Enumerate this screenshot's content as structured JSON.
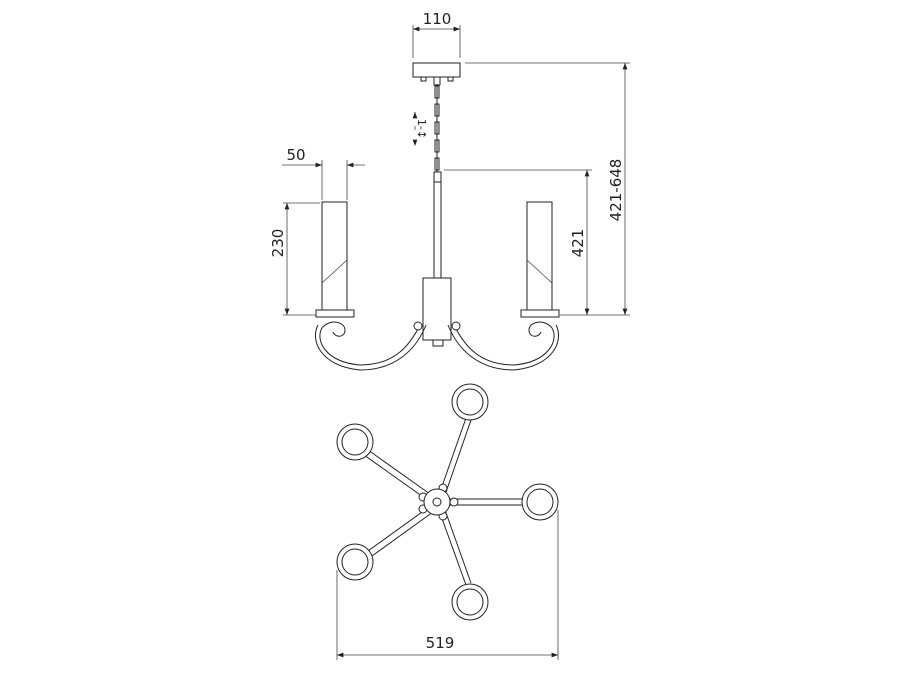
{
  "title": "Chandelier dimensions drawing",
  "dimensions": {
    "canopy_width": "110",
    "shade_width": "50",
    "shade_height": "230",
    "rod_height": "421",
    "total_height": "421-648",
    "chain_adjust": "1-↕",
    "span": "519"
  },
  "colors": {
    "line": "#222222",
    "background": "#ffffff"
  }
}
